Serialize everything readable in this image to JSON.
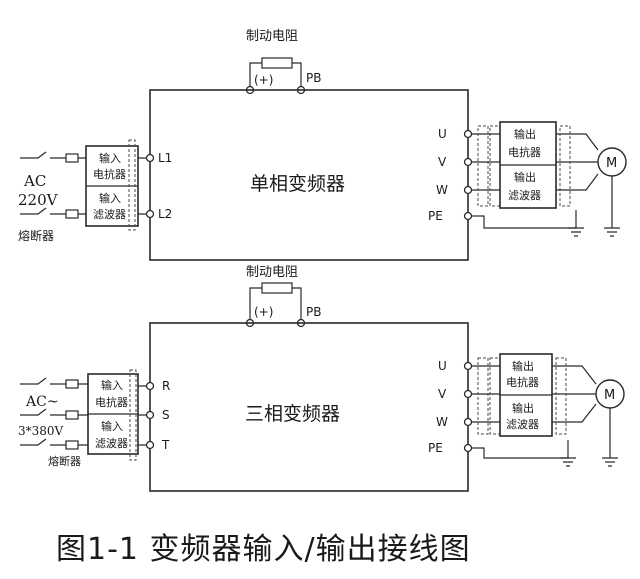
{
  "single_phase": {
    "brake_resistor_label": "制动电阻",
    "plus_terminal": "(+)",
    "pb_terminal": "PB",
    "ac_label": "AC",
    "voltage_label": "220V",
    "fuse_label": "熔断器",
    "input_reactor_label_1": "输入",
    "input_reactor_label_2": "电抗器",
    "input_filter_label_1": "输入",
    "input_filter_label_2": "滤波器",
    "input_terminals": [
      "L1",
      "L2"
    ],
    "inverter_label": "单相变频器",
    "output_terminals": [
      "U",
      "V",
      "W",
      "PE"
    ],
    "output_reactor_label_1": "输出",
    "output_reactor_label_2": "电抗器",
    "output_filter_label_1": "输出",
    "output_filter_label_2": "滤波器",
    "motor_label": "M"
  },
  "three_phase": {
    "brake_resistor_label": "制动电阻",
    "plus_terminal": "(+)",
    "pb_terminal": "PB",
    "ac_label": "AC~",
    "voltage_label": "3*380V",
    "fuse_label": "熔断器",
    "input_reactor_label_1": "输入",
    "input_reactor_label_2": "电抗器",
    "input_filter_label_1": "输入",
    "input_filter_label_2": "滤波器",
    "input_terminals": [
      "R",
      "S",
      "T"
    ],
    "inverter_label": "三相变频器",
    "output_terminals": [
      "U",
      "V",
      "W",
      "PE"
    ],
    "output_reactor_label_1": "输出",
    "output_reactor_label_2": "电抗器",
    "output_filter_label_1": "输出",
    "output_filter_label_2": "滤波器",
    "motor_label": "M"
  },
  "caption": "图1-1 变频器输入/输出接线图"
}
